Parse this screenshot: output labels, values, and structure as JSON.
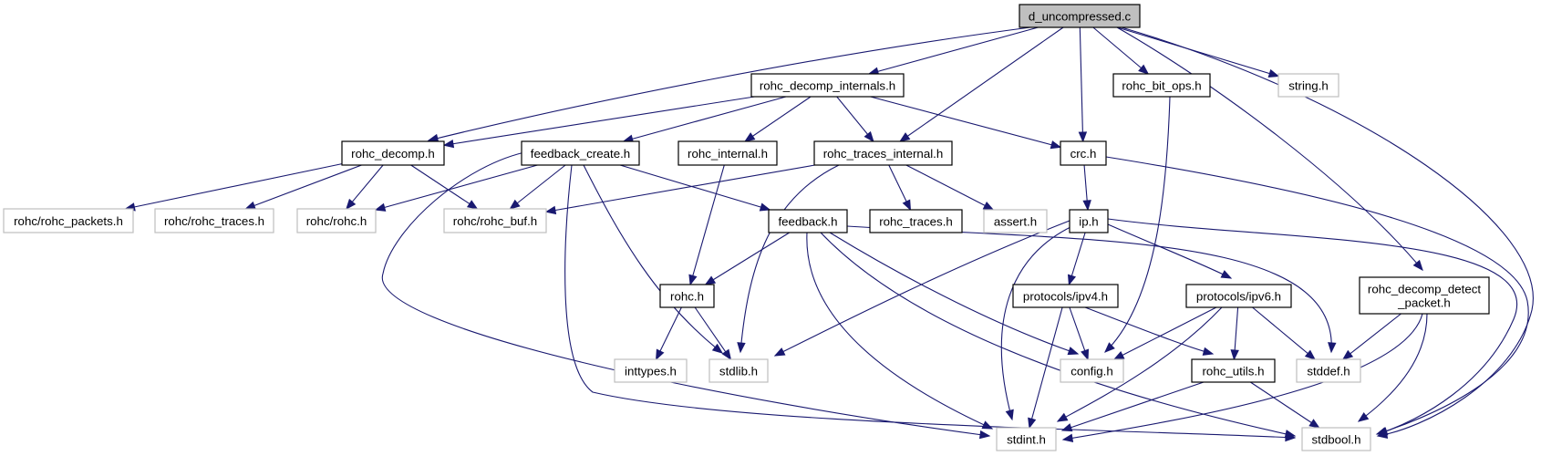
{
  "title": "Include dependency graph for d_uncompressed.c",
  "colors": {
    "edge": "#191970",
    "root_fill": "#bfbfbf",
    "local_border": "#000000",
    "external_border": "#bfbfbf"
  },
  "nodes": [
    {
      "id": "d_uncompressed_c",
      "label": "d_uncompressed.c",
      "kind": "root"
    },
    {
      "id": "rohc_decomp_internals_h",
      "label": "rohc_decomp_internals.h",
      "kind": "local"
    },
    {
      "id": "rohc_bit_ops_h",
      "label": "rohc_bit_ops.h",
      "kind": "local"
    },
    {
      "id": "string_h",
      "label": "string.h",
      "kind": "external"
    },
    {
      "id": "rohc_decomp_h",
      "label": "rohc_decomp.h",
      "kind": "local"
    },
    {
      "id": "feedback_create_h",
      "label": "feedback_create.h",
      "kind": "local"
    },
    {
      "id": "rohc_internal_h",
      "label": "rohc_internal.h",
      "kind": "local"
    },
    {
      "id": "rohc_traces_internal_h",
      "label": "rohc_traces_internal.h",
      "kind": "local"
    },
    {
      "id": "crc_h",
      "label": "crc.h",
      "kind": "local"
    },
    {
      "id": "rohc_rohc_packets_h",
      "label": "rohc/rohc_packets.h",
      "kind": "external"
    },
    {
      "id": "rohc_rohc_traces_h",
      "label": "rohc/rohc_traces.h",
      "kind": "external"
    },
    {
      "id": "rohc_rohc_h",
      "label": "rohc/rohc.h",
      "kind": "external"
    },
    {
      "id": "rohc_rohc_buf_h",
      "label": "rohc/rohc_buf.h",
      "kind": "external"
    },
    {
      "id": "feedback_h",
      "label": "feedback.h",
      "kind": "local"
    },
    {
      "id": "rohc_traces_h",
      "label": "rohc_traces.h",
      "kind": "local"
    },
    {
      "id": "assert_h",
      "label": "assert.h",
      "kind": "external"
    },
    {
      "id": "ip_h",
      "label": "ip.h",
      "kind": "local"
    },
    {
      "id": "rohc_h",
      "label": "rohc.h",
      "kind": "local"
    },
    {
      "id": "protocols_ipv4_h",
      "label": "protocols/ipv4.h",
      "kind": "local"
    },
    {
      "id": "protocols_ipv6_h",
      "label": "protocols/ipv6.h",
      "kind": "local"
    },
    {
      "id": "rohc_decomp_detect_packet_h",
      "label": "rohc_decomp_detect\n_packet.h",
      "kind": "local"
    },
    {
      "id": "inttypes_h",
      "label": "inttypes.h",
      "kind": "external"
    },
    {
      "id": "stdlib_h",
      "label": "stdlib.h",
      "kind": "external"
    },
    {
      "id": "config_h",
      "label": "config.h",
      "kind": "external"
    },
    {
      "id": "rohc_utils_h",
      "label": "rohc_utils.h",
      "kind": "local"
    },
    {
      "id": "stddef_h",
      "label": "stddef.h",
      "kind": "external"
    },
    {
      "id": "stdint_h",
      "label": "stdint.h",
      "kind": "external"
    },
    {
      "id": "stdbool_h",
      "label": "stdbool.h",
      "kind": "external"
    }
  ],
  "edges": [
    [
      "d_uncompressed_c",
      "rohc_decomp_internals_h"
    ],
    [
      "d_uncompressed_c",
      "rohc_decomp_h"
    ],
    [
      "d_uncompressed_c",
      "rohc_traces_internal_h"
    ],
    [
      "d_uncompressed_c",
      "crc_h"
    ],
    [
      "d_uncompressed_c",
      "rohc_bit_ops_h"
    ],
    [
      "d_uncompressed_c",
      "string_h"
    ],
    [
      "d_uncompressed_c",
      "rohc_decomp_detect_packet_h"
    ],
    [
      "d_uncompressed_c",
      "stdbool_h"
    ],
    [
      "rohc_decomp_internals_h",
      "rohc_decomp_h"
    ],
    [
      "rohc_decomp_internals_h",
      "feedback_create_h"
    ],
    [
      "rohc_decomp_internals_h",
      "rohc_internal_h"
    ],
    [
      "rohc_decomp_internals_h",
      "rohc_traces_internal_h"
    ],
    [
      "rohc_decomp_internals_h",
      "crc_h"
    ],
    [
      "rohc_decomp_h",
      "rohc_rohc_packets_h"
    ],
    [
      "rohc_decomp_h",
      "rohc_rohc_traces_h"
    ],
    [
      "rohc_decomp_h",
      "rohc_rohc_h"
    ],
    [
      "rohc_decomp_h",
      "rohc_rohc_buf_h"
    ],
    [
      "feedback_create_h",
      "rohc_rohc_h"
    ],
    [
      "feedback_create_h",
      "rohc_rohc_buf_h"
    ],
    [
      "feedback_create_h",
      "feedback_h"
    ],
    [
      "feedback_create_h",
      "stdlib_h"
    ],
    [
      "feedback_create_h",
      "stdint_h"
    ],
    [
      "feedback_create_h",
      "stdbool_h"
    ],
    [
      "rohc_internal_h",
      "rohc_h"
    ],
    [
      "rohc_traces_internal_h",
      "rohc_rohc_buf_h"
    ],
    [
      "rohc_traces_internal_h",
      "rohc_traces_h"
    ],
    [
      "rohc_traces_internal_h",
      "assert_h"
    ],
    [
      "rohc_traces_internal_h",
      "stdlib_h"
    ],
    [
      "crc_h",
      "ip_h"
    ],
    [
      "crc_h",
      "stdbool_h"
    ],
    [
      "rohc_bit_ops_h",
      "config_h"
    ],
    [
      "feedback_h",
      "rohc_h"
    ],
    [
      "feedback_h",
      "stdint_h"
    ],
    [
      "feedback_h",
      "stdbool_h"
    ],
    [
      "feedback_h",
      "config_h"
    ],
    [
      "feedback_h",
      "stddef_h"
    ],
    [
      "ip_h",
      "protocols_ipv4_h"
    ],
    [
      "ip_h",
      "protocols_ipv6_h"
    ],
    [
      "ip_h",
      "stdlib_h"
    ],
    [
      "ip_h",
      "stdint_h"
    ],
    [
      "ip_h",
      "stdbool_h"
    ],
    [
      "rohc_h",
      "inttypes_h"
    ],
    [
      "rohc_h",
      "stdlib_h"
    ],
    [
      "protocols_ipv4_h",
      "config_h"
    ],
    [
      "protocols_ipv4_h",
      "stdint_h"
    ],
    [
      "protocols_ipv4_h",
      "rohc_utils_h"
    ],
    [
      "protocols_ipv6_h",
      "config_h"
    ],
    [
      "protocols_ipv6_h",
      "stdint_h"
    ],
    [
      "protocols_ipv6_h",
      "rohc_utils_h"
    ],
    [
      "protocols_ipv6_h",
      "stddef_h"
    ],
    [
      "rohc_utils_h",
      "stdint_h"
    ],
    [
      "rohc_utils_h",
      "stdbool_h"
    ],
    [
      "rohc_decomp_detect_packet_h",
      "stddef_h"
    ],
    [
      "rohc_decomp_detect_packet_h",
      "stdint_h"
    ],
    [
      "rohc_decomp_detect_packet_h",
      "stdbool_h"
    ]
  ]
}
